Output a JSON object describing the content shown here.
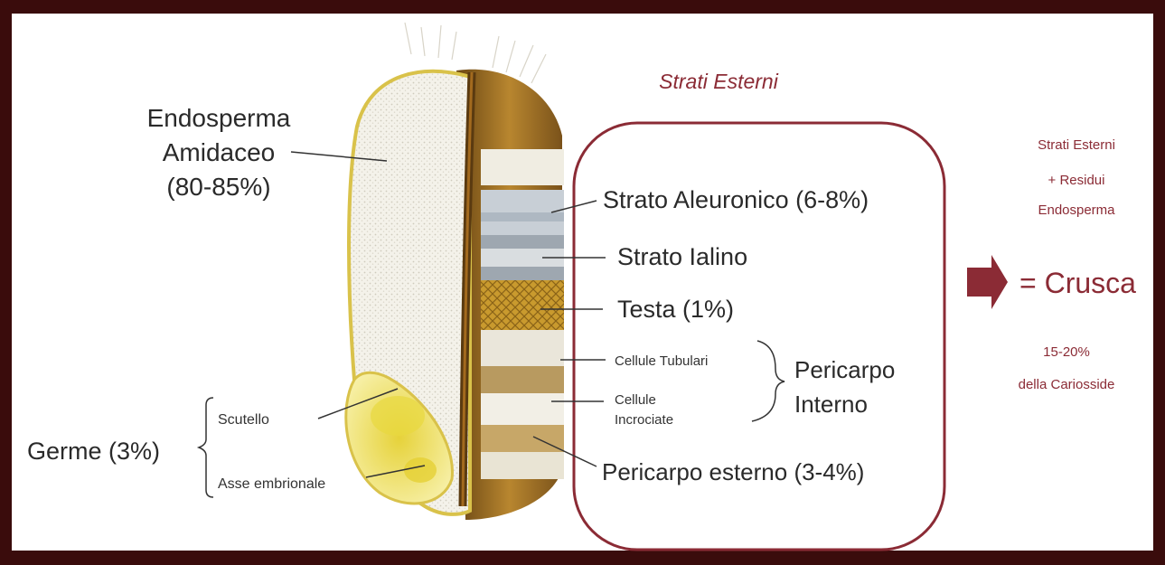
{
  "colors": {
    "frame": "#3a0c0c",
    "accent": "#8b2b35",
    "text": "#2a2a2a"
  },
  "labels": {
    "outer_layers_title": "Strati Esterni",
    "endosperm_line1": "Endosperma",
    "endosperm_line2": "Amidaceo",
    "endosperm_line3": "(80-85%)",
    "germ": "Germe (3%)",
    "scutellum": "Scutello",
    "embryonic_axis": "Asse embrionale",
    "aleurone": "Strato Aleuronico (6-8%)",
    "hyaline": "Strato Ialino",
    "testa": "Testa (1%)",
    "tube_cells": "Cellule Tubulari",
    "cross_cells_line1": "Cellule",
    "cross_cells_line2": "Incrociate",
    "inner_pericarp_line1": "Pericarpo",
    "inner_pericarp_line2": "Interno",
    "outer_pericarp": "Pericarpo esterno (3-4%)"
  },
  "side_note": {
    "line1": "Strati Esterni",
    "line2": "+ Residui",
    "line3": "Endosperma",
    "result": "= Crusca",
    "percent_line1": "15-20%",
    "percent_line2": "della Cariosside"
  },
  "icons": {
    "arrow": "arrow-right-icon"
  }
}
